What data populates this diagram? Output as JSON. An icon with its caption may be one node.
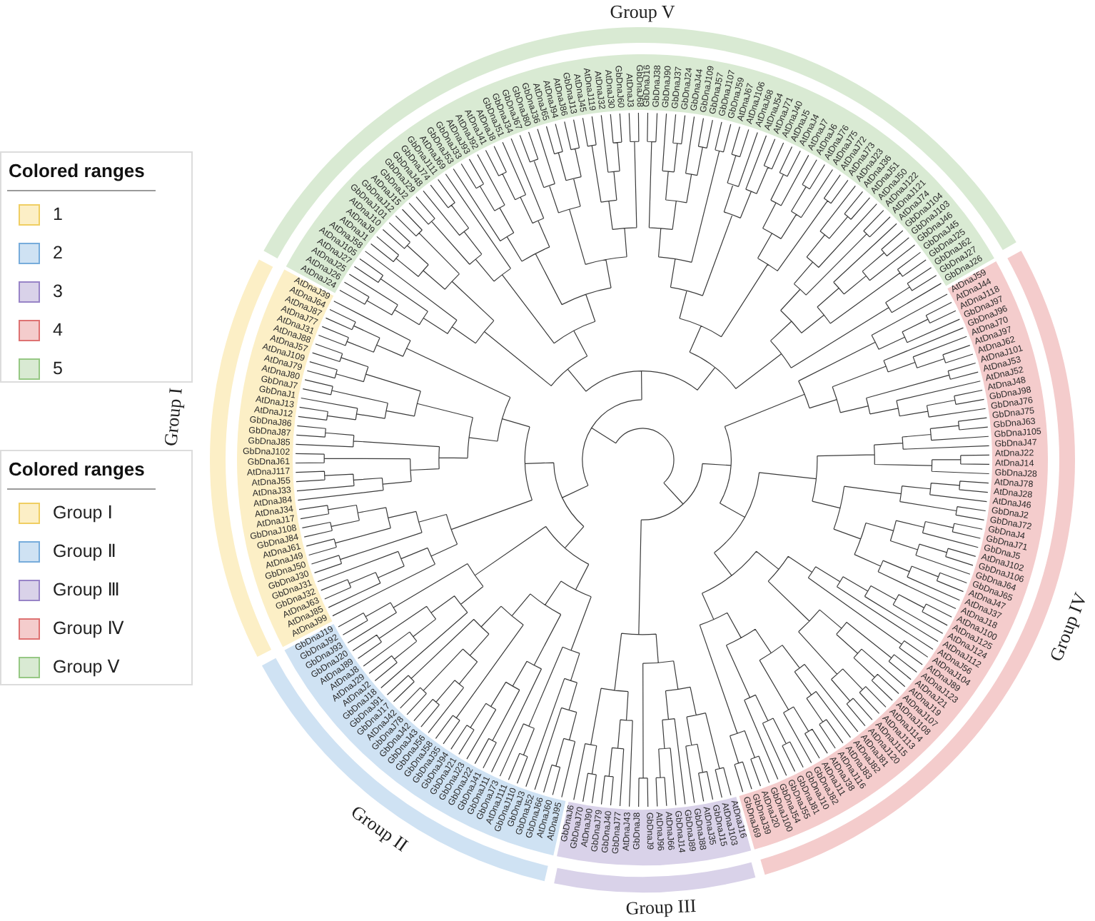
{
  "diagram": {
    "labels": [
      "Group V",
      "Colored ranges",
      "Colored ranges",
      "Group I",
      "Group II",
      "Group III",
      "Group IV",
      "GbDnaJ102",
      "GbDnaJ85",
      "GbDnaJ87",
      "GbDnaJ86",
      "AtDnaJ12",
      "AtDnaJ13",
      "GbDnaJ1",
      "GbDnaJ7",
      "AtDnaJ80",
      "AtDnaJ79",
      "AtDnaJ109",
      "AtDnaJ57",
      "AtDnaJ88",
      "AtDnaJ31",
      "AtDnaJ77",
      "AtDnaJ87",
      "AtDnaJ64",
      "AtDnaJ39",
      "AtDnaJ24",
      "AtDnaJ26",
      "AtDnaJ25",
      "AtDnaJ27",
      "AtDnaJ105",
      "AtDnaJ58",
      "AtDnaJ1",
      "AtDnaJ9",
      "AtDnaJ10",
      "GbDnaJ101",
      "GbDnaJ12",
      "AtDnaJ15",
      "GbDnaJ2",
      "GbDnaJ29",
      "GbDnaJ48",
      "GbDnaJ74",
      "GbDnaJ111",
      "AtDnaJ69",
      "GbDnaJ53",
      "GbDnaJ33",
      "AtDnaJ93",
      "AtDnaJ92",
      "AtDnaJ41",
      "AtDnaJ8",
      "GbDnaJ51",
      "GbDnaJ34",
      "GbDnaJ67",
      "GbDnaJ80",
      "GbDnaJ36",
      "AtDnaJ65",
      "AtDnaJ94",
      "AtDnaJ86",
      "GbDnaJ13",
      "AtDnaJ45",
      "AtDnaJ119",
      "AtDnaJ32",
      "AtDnaJ30",
      "GbDnaJ60",
      "AtDnaJ3",
      "GbDnaJ68",
      "GbDnaJ16",
      "GbDnaJ38",
      "GbDnaJ90",
      "GbDnaJ37",
      "GbDnaJ24",
      "GbDnaJ44",
      "GbDnaJ109",
      "GbDnaJ57",
      "GbDnaJ107",
      "GbDnaJ59",
      "AtDnaJ67",
      "AtDnaJ106",
      "AtDnaJ68",
      "AtDnaJ54",
      "AtDnaJ71",
      "AtDnaJ40",
      "AtDnaJ5",
      "AtDnaJ4",
      "AtDnaJ7",
      "AtDnaJ6",
      "AtDnaJ76",
      "AtDnaJ75",
      "AtDnaJ72",
      "AtDnaJ73",
      "AtDnaJ23",
      "AtDnaJ36",
      "AtDnaJ51",
      "AtDnaJ50",
      "AtDnaJ122",
      "AtDnaJ121",
      "AtDnaJ74",
      "GbDnaJ104",
      "GbDnaJ103",
      "GbDnaJ46",
      "GbDnaJ45",
      "GbDnaJ25",
      "GbDnaJ62",
      "GbDnaJ27",
      "GbDnaJ26",
      "AtDnaJ59",
      "AtDnaJ44",
      "AtDnaJ118",
      "GbDnaJ97",
      "GbDnaJ96",
      "AtDnaJ70",
      "AtDnaJ97",
      "AtDnaJ62",
      "AtDnaJ101",
      "AtDnaJ53",
      "AtDnaJ52",
      "AtDnaJ48",
      "GbDnaJ98",
      "GbDnaJ76",
      "GbDnaJ75",
      "GbDnaJ63",
      "GbDnaJ105",
      "GbDnaJ47",
      "AtDnaJ22",
      "GbDnaJ61",
      "AtDnaJ117",
      "AtDnaJ55",
      "AtDnaJ33",
      "AtDnaJ84",
      "AtDnaJ34",
      "AtDnaJ17",
      "GbDnaJ108",
      "GbDnaJ84",
      "AtDnaJ61",
      "AtDnaJ49",
      "GbDnaJ50",
      "GbDnaJ30",
      "GbDnaJ31",
      "GbDnaJ32",
      "AtDnaJ63",
      "AtDnaJ85",
      "AtDnaJ99",
      "GbDnaJ19",
      "GbDnaJ92",
      "GbDnaJ93",
      "GbDnaJ20",
      "AtDnaJ89",
      "AtDnaJ8",
      "AtDnaJ29",
      "AtDnaJ2",
      "GbDnaJ18",
      "GbDnaJ91",
      "GbDnaJ17",
      "AtDnaJ42",
      "GbDnaJ78",
      "GbDnaJ42",
      "GbDnaJ43",
      "GbDnaJ56",
      "GbDnaJ58",
      "GbDnaJ35",
      "GbDnaJ94",
      "GbDnaJ21",
      "GbDnaJ23",
      "GbDnaJ22",
      "GbDnaJ41",
      "GbDnaJ11",
      "GbDnaJ73",
      "AtDnaJ111",
      "GbDnaJ110",
      "GbDnaJ3",
      "GbDnaJ52",
      "GbDnaJ66",
      "AtDnaJ60",
      "AtDnaJ95",
      "GbDnaJ6",
      "GbDnaJ70",
      "AtDnaJ90",
      "GbDnaJ79",
      "GbDnaJ40",
      "GbDnaJ77",
      "AtDnaJ43",
      "GbDnaJ8",
      "GbDnaJ9",
      "AtDnaJ96",
      "AtDnaJ66",
      "GbDnaJ14",
      "GbDnaJ89",
      "GbDnaJ88",
      "AtDnaJ35",
      "GbDnaJ15",
      "AtDnaJ103",
      "AtDnaJ16",
      "GbDnaJ69",
      "GbDnaJ39",
      "AtDnaJ20",
      "GbDnaJ100",
      "GbDnaJ54",
      "GbDnaJ55",
      "GbDnaJ81",
      "GbDnaJ10",
      "GbDnaJ82",
      "AtDnaJ11",
      "AtDnaJ38",
      "AtDnaJ116",
      "AtDnaJ83",
      "AtDnaJ82",
      "AtDnaJ81",
      "AtDnaJ120",
      "AtDnaJ115",
      "AtDnaJ113",
      "AtDnaJ114",
      "AtDnaJ108",
      "AtDnaJ107",
      "AtDnaJ19",
      "AtDnaJ21",
      "AtDnaJ123",
      "AtDnaJ89",
      "AtDnaJ104",
      "AtDnaJ56",
      "AtDnaJ112",
      "AtDnaJ124",
      "AtDnaJ125",
      "AtDnaJ100",
      "AtDnaJ18",
      "AtDnaJ37",
      "AtDnaJ47",
      "GbDnaJ65",
      "GbDnaJ64",
      "GbDnaJ106",
      "AtDnaJ102",
      "GbDnaJ5",
      "GbDnaJ71",
      "GbDnaJ4",
      "GbDnaJ72",
      "GbDnaJ2",
      "AtDnaJ46",
      "AtDnaJ28",
      "AtDnaJ78",
      "GbDnaJ28",
      "AtDnaJ14"
    ],
    "legend": [
      {
        "text": "1",
        "color": "#fcefc6"
      },
      {
        "text": "2",
        "color": "#cfe2f3"
      },
      {
        "text": "3",
        "color": "#d9d2e9"
      },
      {
        "text": "4",
        "color": "#f4cccc"
      },
      {
        "text": "5",
        "color": "#d9ead3"
      },
      {
        "text": "Group Ⅰ",
        "color": "#fcefc6"
      },
      {
        "text": "Group Ⅱ",
        "color": "#cfe2f3"
      },
      {
        "text": "Group Ⅲ",
        "color": "#d9d2e9"
      },
      {
        "text": "Group Ⅳ",
        "color": "#f4cccc"
      },
      {
        "text": "Group Ⅴ",
        "color": "#d9ead3"
      }
    ]
  }
}
